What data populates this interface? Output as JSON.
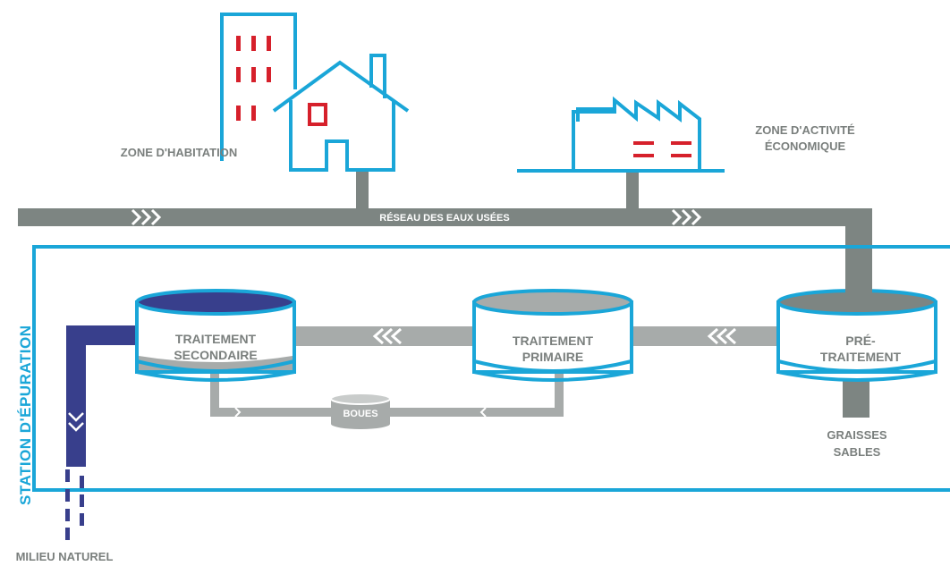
{
  "labels": {
    "habitation": "ZONE D'HABITATION",
    "activite_line1": "ZONE D'ACTIVITÉ",
    "activite_line2": "ÉCONOMIQUE",
    "reseau": "RÉSEAU DES EAUX USÉES",
    "station": "STATION D'ÉPURATION",
    "traitement_secondaire_line1": "TRAITEMENT",
    "traitement_secondaire_line2": "SECONDAIRE",
    "traitement_primaire_line1": "TRAITEMENT",
    "traitement_primaire_line2": "PRIMAIRE",
    "pretraitement_line1": "PRÉ-",
    "pretraitement_line2": "TRAITEMENT",
    "boues": "BOUES",
    "graisses": "GRAISSES",
    "sables": "SABLES",
    "milieu": "MILIEU NATUREL"
  },
  "icons": [
    "apartment-building-icon",
    "house-icon",
    "factory-icon",
    "tank-icon",
    "arrow-chevron-icon"
  ],
  "colors": {
    "pipe_gray": "#7d8582",
    "pipe_light": "#a7abaa",
    "accent_blue": "#1aa6d8",
    "window_red": "#d6202b",
    "effluent_navy": "#383f8c",
    "label_gray": "#7a7f7d"
  }
}
